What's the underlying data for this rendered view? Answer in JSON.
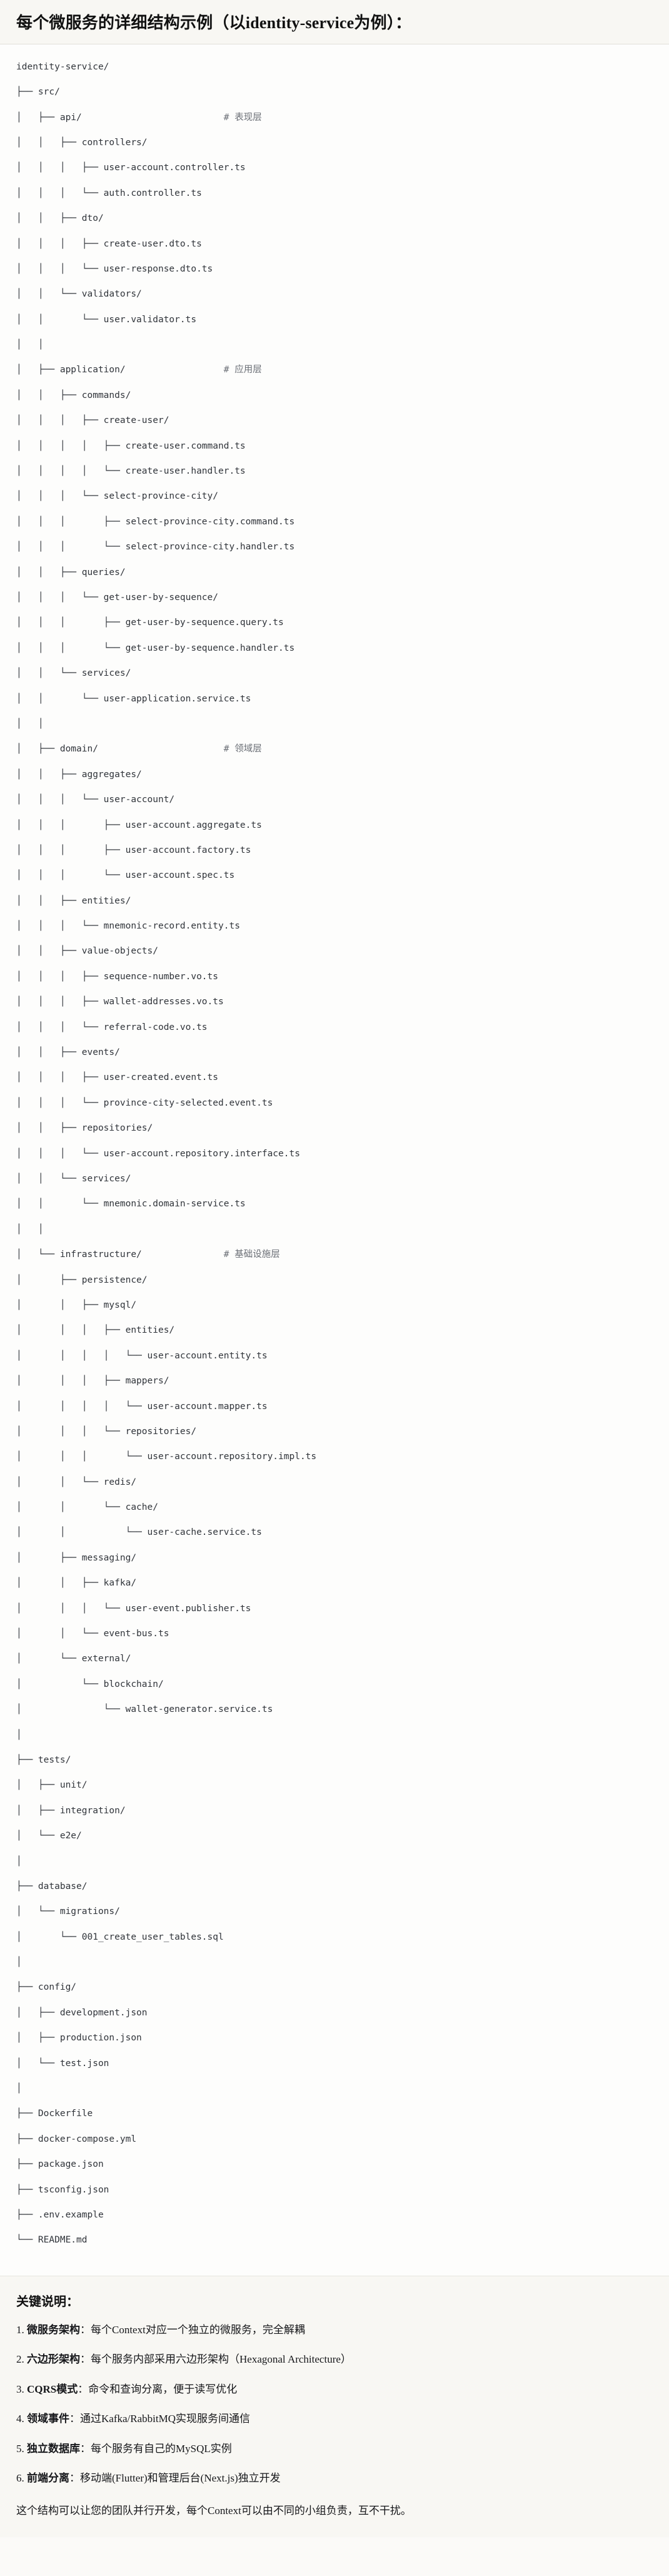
{
  "header": {
    "title": "每个微服务的详细结构示例（以identity-service为例）："
  },
  "tree": {
    "root_label": "identity-service/",
    "lines": [
      {
        "path": "identity-service/",
        "comment": ""
      },
      {
        "path": "├── src/",
        "comment": ""
      },
      {
        "path": "│   ├── api/",
        "comment": "# 表现层"
      },
      {
        "path": "│   │   ├── controllers/",
        "comment": ""
      },
      {
        "path": "│   │   │   ├── user-account.controller.ts",
        "comment": ""
      },
      {
        "path": "│   │   │   └── auth.controller.ts",
        "comment": ""
      },
      {
        "path": "│   │   ├── dto/",
        "comment": ""
      },
      {
        "path": "│   │   │   ├── create-user.dto.ts",
        "comment": ""
      },
      {
        "path": "│   │   │   └── user-response.dto.ts",
        "comment": ""
      },
      {
        "path": "│   │   └── validators/",
        "comment": ""
      },
      {
        "path": "│   │       └── user.validator.ts",
        "comment": ""
      },
      {
        "path": "│   │",
        "comment": ""
      },
      {
        "path": "│   ├── application/",
        "comment": "# 应用层"
      },
      {
        "path": "│   │   ├── commands/",
        "comment": ""
      },
      {
        "path": "│   │   │   ├── create-user/",
        "comment": ""
      },
      {
        "path": "│   │   │   │   ├── create-user.command.ts",
        "comment": ""
      },
      {
        "path": "│   │   │   │   └── create-user.handler.ts",
        "comment": ""
      },
      {
        "path": "│   │   │   └── select-province-city/",
        "comment": ""
      },
      {
        "path": "│   │   │       ├── select-province-city.command.ts",
        "comment": ""
      },
      {
        "path": "│   │   │       └── select-province-city.handler.ts",
        "comment": ""
      },
      {
        "path": "│   │   ├── queries/",
        "comment": ""
      },
      {
        "path": "│   │   │   └── get-user-by-sequence/",
        "comment": ""
      },
      {
        "path": "│   │   │       ├── get-user-by-sequence.query.ts",
        "comment": ""
      },
      {
        "path": "│   │   │       └── get-user-by-sequence.handler.ts",
        "comment": ""
      },
      {
        "path": "│   │   └── services/",
        "comment": ""
      },
      {
        "path": "│   │       └── user-application.service.ts",
        "comment": ""
      },
      {
        "path": "│   │",
        "comment": ""
      },
      {
        "path": "│   ├── domain/",
        "comment": "# 领域层"
      },
      {
        "path": "│   │   ├── aggregates/",
        "comment": ""
      },
      {
        "path": "│   │   │   └── user-account/",
        "comment": ""
      },
      {
        "path": "│   │   │       ├── user-account.aggregate.ts",
        "comment": ""
      },
      {
        "path": "│   │   │       ├── user-account.factory.ts",
        "comment": ""
      },
      {
        "path": "│   │   │       └── user-account.spec.ts",
        "comment": ""
      },
      {
        "path": "│   │   ├── entities/",
        "comment": ""
      },
      {
        "path": "│   │   │   └── mnemonic-record.entity.ts",
        "comment": ""
      },
      {
        "path": "│   │   ├── value-objects/",
        "comment": ""
      },
      {
        "path": "│   │   │   ├── sequence-number.vo.ts",
        "comment": ""
      },
      {
        "path": "│   │   │   ├── wallet-addresses.vo.ts",
        "comment": ""
      },
      {
        "path": "│   │   │   └── referral-code.vo.ts",
        "comment": ""
      },
      {
        "path": "│   │   ├── events/",
        "comment": ""
      },
      {
        "path": "│   │   │   ├── user-created.event.ts",
        "comment": ""
      },
      {
        "path": "│   │   │   └── province-city-selected.event.ts",
        "comment": ""
      },
      {
        "path": "│   │   ├── repositories/",
        "comment": ""
      },
      {
        "path": "│   │   │   └── user-account.repository.interface.ts",
        "comment": ""
      },
      {
        "path": "│   │   └── services/",
        "comment": ""
      },
      {
        "path": "│   │       └── mnemonic.domain-service.ts",
        "comment": ""
      },
      {
        "path": "│   │",
        "comment": ""
      },
      {
        "path": "│   └── infrastructure/",
        "comment": "# 基础设施层"
      },
      {
        "path": "│       ├── persistence/",
        "comment": ""
      },
      {
        "path": "│       │   ├── mysql/",
        "comment": ""
      },
      {
        "path": "│       │   │   ├── entities/",
        "comment": ""
      },
      {
        "path": "│       │   │   │   └── user-account.entity.ts",
        "comment": ""
      },
      {
        "path": "│       │   │   ├── mappers/",
        "comment": ""
      },
      {
        "path": "│       │   │   │   └── user-account.mapper.ts",
        "comment": ""
      },
      {
        "path": "│       │   │   └── repositories/",
        "comment": ""
      },
      {
        "path": "│       │   │       └── user-account.repository.impl.ts",
        "comment": ""
      },
      {
        "path": "│       │   └── redis/",
        "comment": ""
      },
      {
        "path": "│       │       └── cache/",
        "comment": ""
      },
      {
        "path": "│       │           └── user-cache.service.ts",
        "comment": ""
      },
      {
        "path": "│       ├── messaging/",
        "comment": ""
      },
      {
        "path": "│       │   ├── kafka/",
        "comment": ""
      },
      {
        "path": "│       │   │   └── user-event.publisher.ts",
        "comment": ""
      },
      {
        "path": "│       │   └── event-bus.ts",
        "comment": ""
      },
      {
        "path": "│       └── external/",
        "comment": ""
      },
      {
        "path": "│           └── blockchain/",
        "comment": ""
      },
      {
        "path": "│               └── wallet-generator.service.ts",
        "comment": ""
      },
      {
        "path": "│",
        "comment": ""
      },
      {
        "path": "├── tests/",
        "comment": ""
      },
      {
        "path": "│   ├── unit/",
        "comment": ""
      },
      {
        "path": "│   ├── integration/",
        "comment": ""
      },
      {
        "path": "│   └── e2e/",
        "comment": ""
      },
      {
        "path": "│",
        "comment": ""
      },
      {
        "path": "├── database/",
        "comment": ""
      },
      {
        "path": "│   └── migrations/",
        "comment": ""
      },
      {
        "path": "│       └── 001_create_user_tables.sql",
        "comment": ""
      },
      {
        "path": "│",
        "comment": ""
      },
      {
        "path": "├── config/",
        "comment": ""
      },
      {
        "path": "│   ├── development.json",
        "comment": ""
      },
      {
        "path": "│   ├── production.json",
        "comment": ""
      },
      {
        "path": "│   └── test.json",
        "comment": ""
      },
      {
        "path": "│",
        "comment": ""
      },
      {
        "path": "├── Dockerfile",
        "comment": ""
      },
      {
        "path": "├── docker-compose.yml",
        "comment": ""
      },
      {
        "path": "├── package.json",
        "comment": ""
      },
      {
        "path": "├── tsconfig.json",
        "comment": ""
      },
      {
        "path": "├── .env.example",
        "comment": ""
      },
      {
        "path": "└── README.md",
        "comment": ""
      }
    ]
  },
  "notes": {
    "title": "关键说明：",
    "items": [
      {
        "num": "1.",
        "term": "微服务架构",
        "sep": "：",
        "desc": "每个Context对应一个独立的微服务，完全解耦"
      },
      {
        "num": "2.",
        "term": "六边形架构",
        "sep": "：",
        "desc": "每个服务内部采用六边形架构（Hexagonal Architecture）"
      },
      {
        "num": "3.",
        "term": "CQRS模式",
        "sep": "：",
        "desc": "命令和查询分离，便于读写优化"
      },
      {
        "num": "4.",
        "term": "领域事件",
        "sep": "：",
        "desc": "通过Kafka/RabbitMQ实现服务间通信"
      },
      {
        "num": "5.",
        "term": "独立数据库",
        "sep": "：",
        "desc": "每个服务有自己的MySQL实例"
      },
      {
        "num": "6.",
        "term": "前端分离",
        "sep": "：",
        "desc": "移动端(Flutter)和管理后台(Next.js)独立开发"
      }
    ],
    "footer": "这个结构可以让您的团队并行开发，每个Context可以由不同的小组负责，互不干扰。"
  },
  "colors": {
    "page_bg": "#fbfaf8",
    "header_bg": "#f8f7f3",
    "code_bg": "#fdfdfc",
    "text": "#121212",
    "code_text": "#30343a",
    "comment_text": "#6b6f76",
    "divider": "#e2e0da"
  }
}
